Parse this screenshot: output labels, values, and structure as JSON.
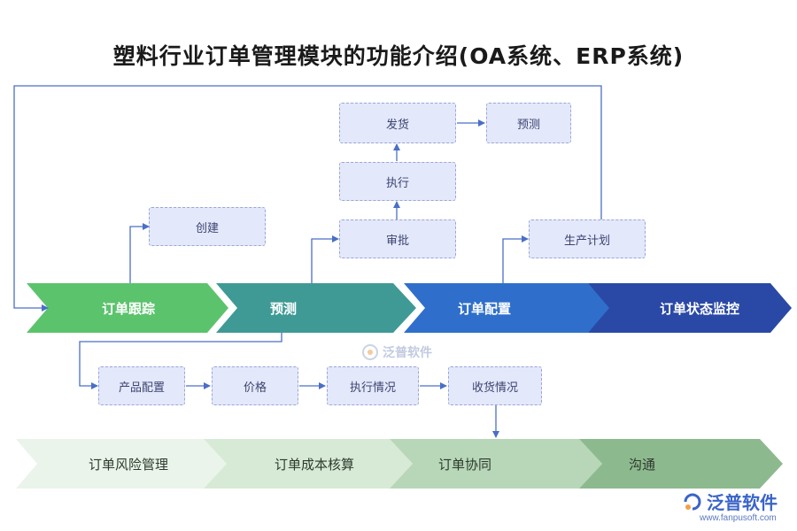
{
  "title": "塑料行业订单管理模块的功能介绍(OA系统、ERP系统)",
  "main_flow": [
    "订单跟踪",
    "预测",
    "订单配置",
    "订单状态监控"
  ],
  "top_boxes": {
    "create": "创建",
    "approve": "审批",
    "execute": "执行",
    "ship": "发货",
    "forecast": "预测",
    "production_plan": "生产计划"
  },
  "detail_boxes": [
    "产品配置",
    "价格",
    "执行情况",
    "收货情况"
  ],
  "bottom_flow": [
    "订单风险管理",
    "订单成本核算",
    "订单协同",
    "沟通"
  ],
  "watermark": "泛普软件",
  "brand": {
    "name": "泛普软件",
    "url": "www.fanpusoft.com"
  },
  "colors": {
    "chevron1": "#5cc36d",
    "chevron2": "#3f9a96",
    "chevron3": "#2f6fcb",
    "chevron4": "#2a49a6",
    "bottom1": "#eaf4ea",
    "bottom2": "#d6ead6",
    "bottom3": "#b7d7b8",
    "bottom4": "#8db98e",
    "line": "#4a6fc7"
  }
}
